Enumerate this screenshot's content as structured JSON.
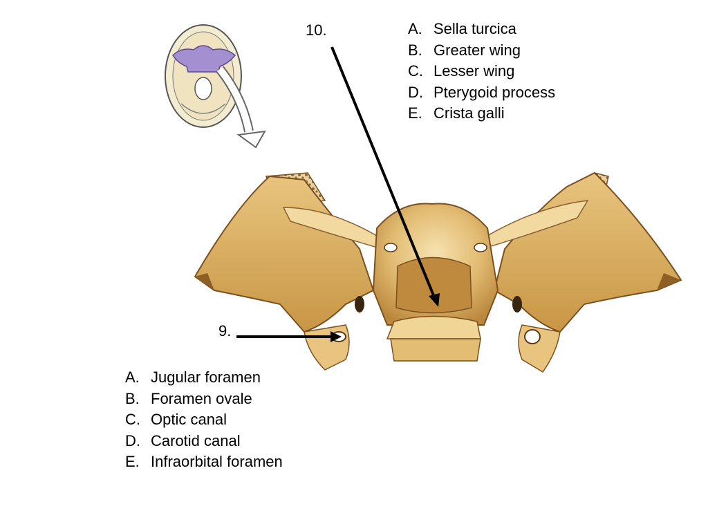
{
  "question_10": {
    "number": "10.",
    "options": [
      {
        "letter": "A.",
        "text": "Sella turcica"
      },
      {
        "letter": "B.",
        "text": "Greater wing"
      },
      {
        "letter": "C.",
        "text": "Lesser wing"
      },
      {
        "letter": "D.",
        "text": "Pterygoid process"
      },
      {
        "letter": "E.",
        "text": "Crista galli"
      }
    ]
  },
  "question_9": {
    "number": "9.",
    "options": [
      {
        "letter": "A.",
        "text": "Jugular foramen"
      },
      {
        "letter": "B.",
        "text": "Foramen ovale"
      },
      {
        "letter": "C.",
        "text": "Optic canal"
      },
      {
        "letter": "D.",
        "text": "Carotid canal"
      },
      {
        "letter": "E.",
        "text": "Infraorbital foramen"
      }
    ]
  },
  "colors": {
    "bone_light": "#f2d9a0",
    "bone_mid": "#d9ac5e",
    "bone_dark": "#a9772f",
    "bone_edge": "#7a5020",
    "highlight_purple": "#a48fd0",
    "skull_outline": "#555555",
    "pointer_line": "#000000"
  }
}
